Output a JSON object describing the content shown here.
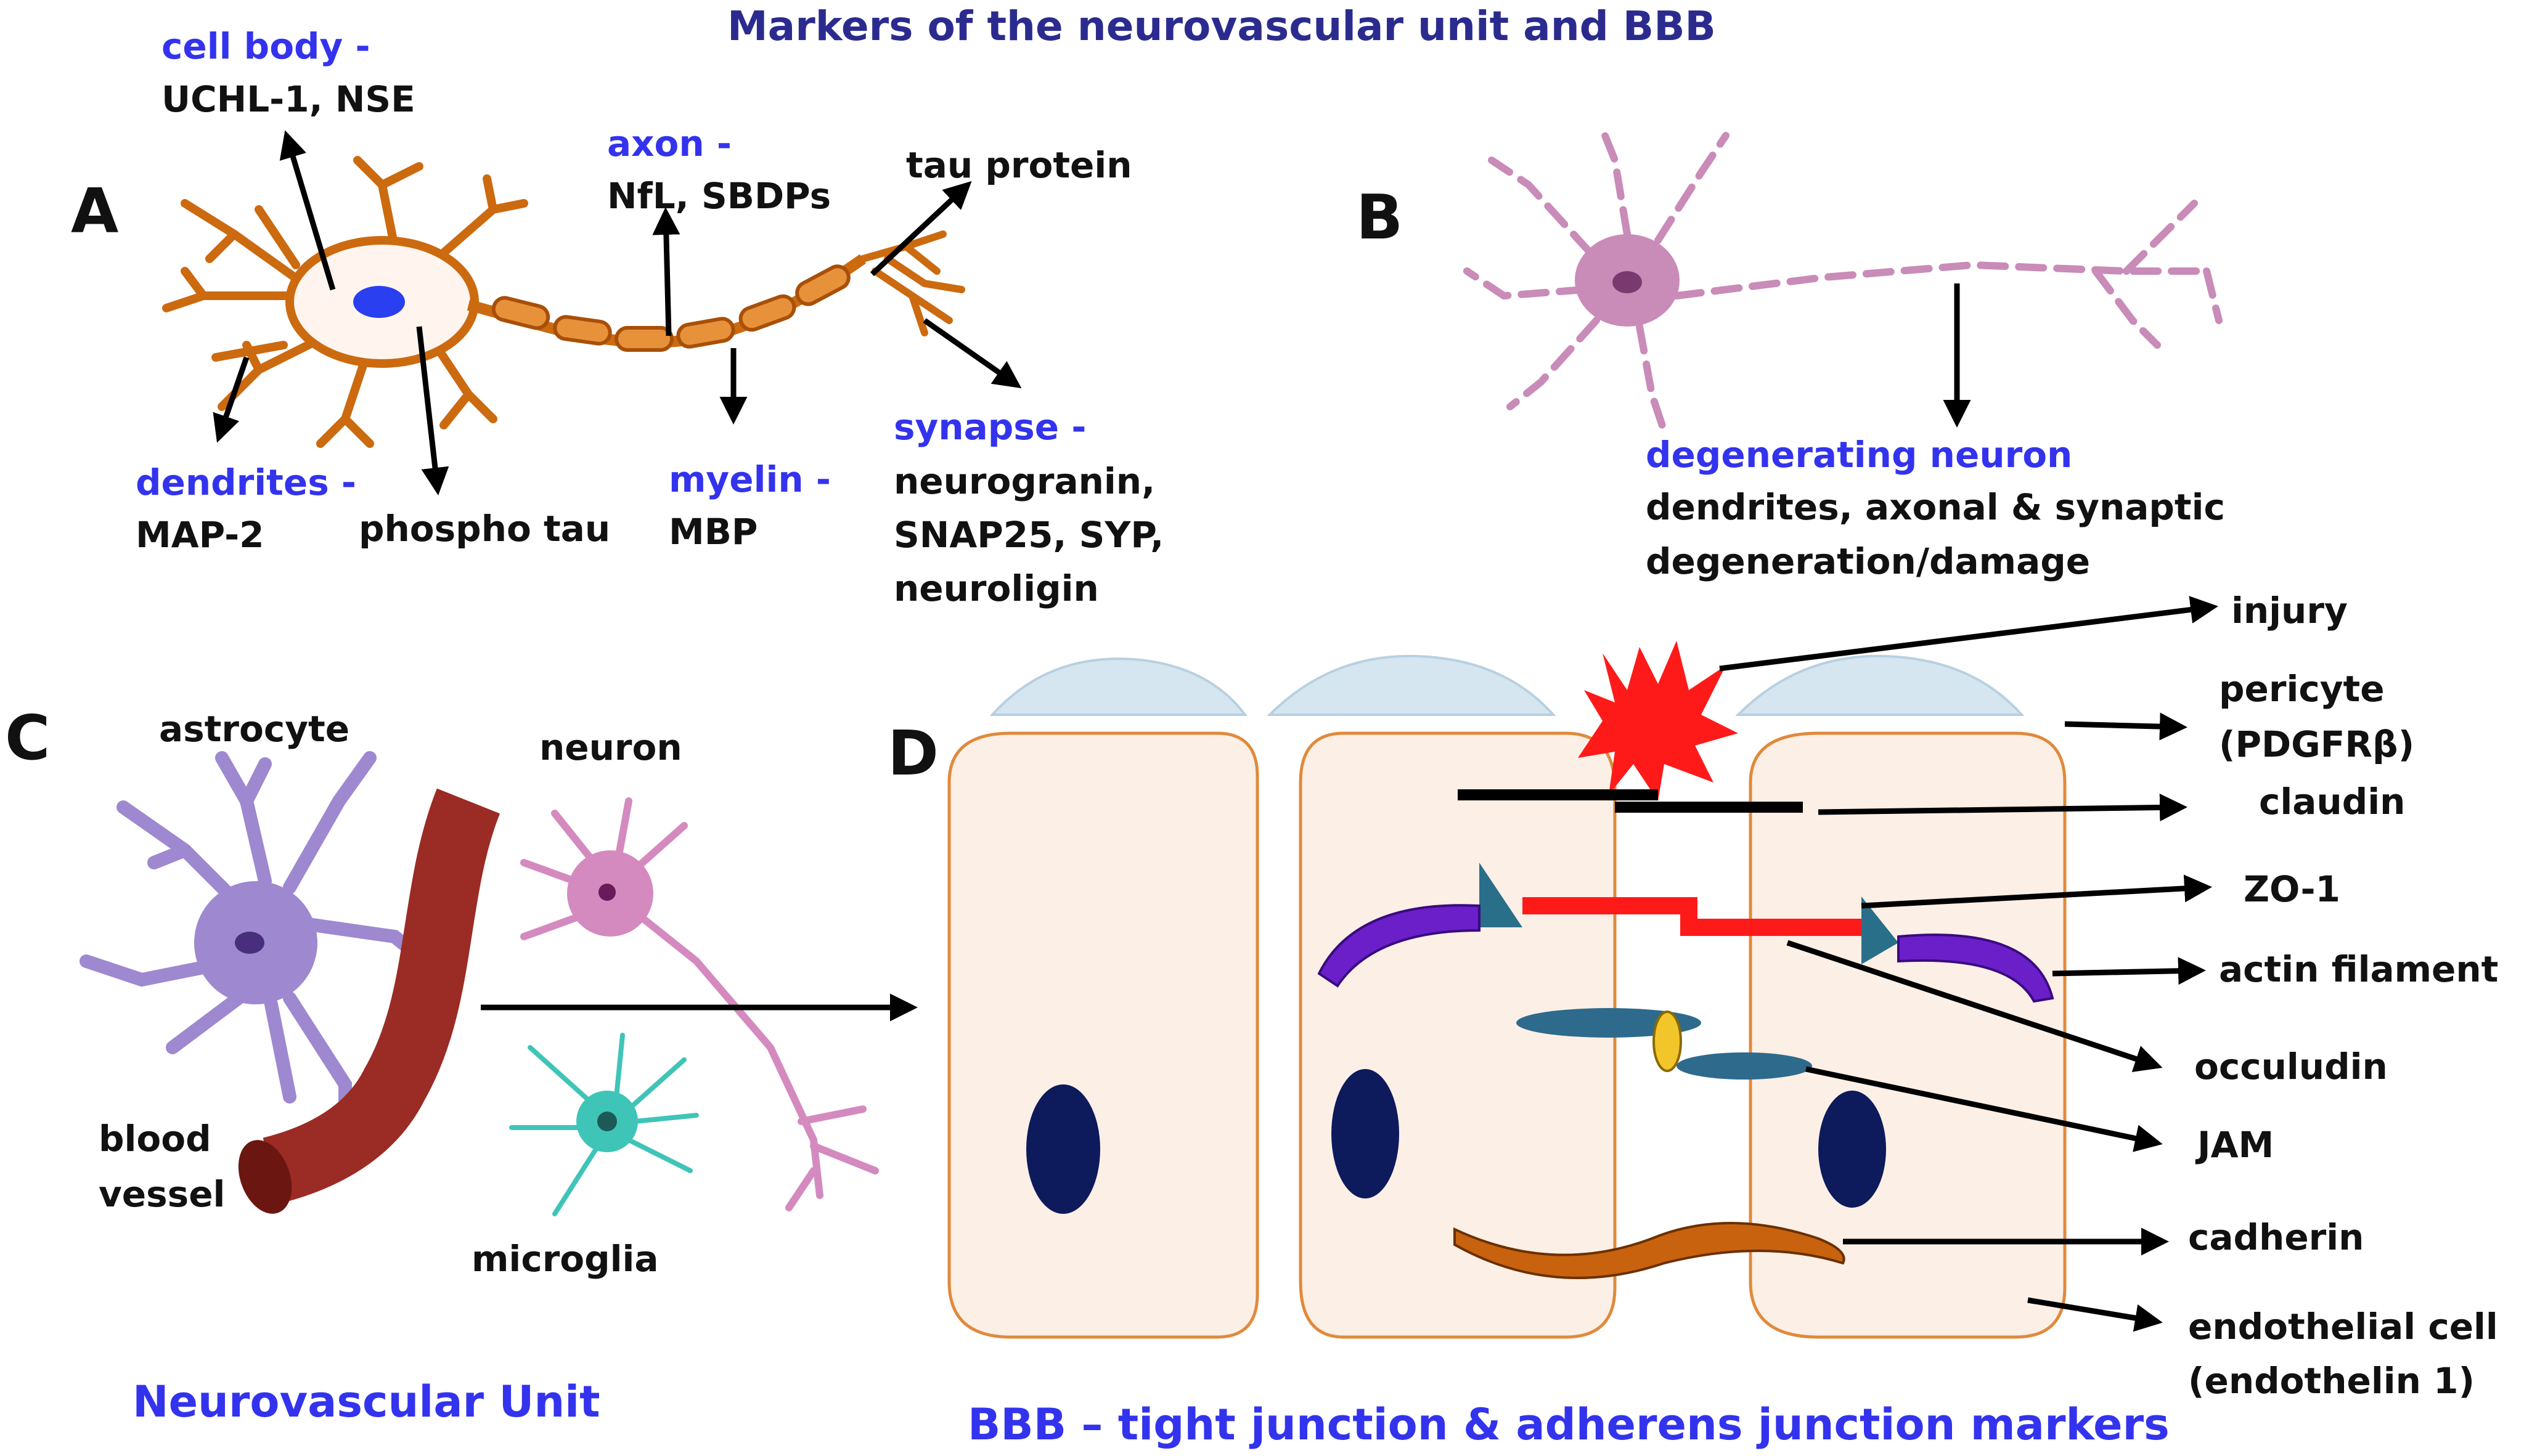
{
  "title": "Markers of the neurovascular unit and BBB",
  "panels": {
    "a": "A",
    "b": "B",
    "c": "C",
    "d": "D"
  },
  "panel_a": {
    "cell_body": {
      "label": "cell body -",
      "markers": "UCHL-1, NSE"
    },
    "axon": {
      "label": "axon -",
      "markers": "NfL, SBDPs"
    },
    "tau_protein": "tau protein",
    "dendrites": {
      "label": "dendrites -",
      "markers": "MAP-2"
    },
    "phospho_tau": "phospho tau",
    "myelin": {
      "label": "myelin -",
      "markers": "MBP"
    },
    "synapse": {
      "label": "synapse -",
      "markers": [
        "neurogranin,",
        "SNAP25, SYP,",
        "neuroligin"
      ]
    }
  },
  "panel_b": {
    "label": "degenerating neuron",
    "lines": [
      "dendrites, axonal & synaptic",
      "degeneration/damage"
    ]
  },
  "panel_c": {
    "astrocyte": "astrocyte",
    "neuron": "neuron",
    "blood_vessel": [
      "blood",
      "vessel"
    ],
    "microglia": "microglia",
    "caption": "Neurovascular Unit"
  },
  "panel_d": {
    "caption": "BBB – tight junction & adherens junction markers",
    "labels": {
      "injury": "injury",
      "pericyte": [
        "pericyte",
        "(PDGFRβ)"
      ],
      "claudin": "claudin",
      "zo1": "ZO-1",
      "actin": "actin filament",
      "occludin": "occuludin",
      "jam": "JAM",
      "cadherin": "cadherin",
      "endothelial": [
        "endothelial cell",
        "(endothelin 1)"
      ]
    }
  },
  "colors": {
    "neuron_orange": "#cc6a10",
    "degenerating_pink": "#c98bb8",
    "astrocyte_purple": "#9e88d0",
    "microglia_teal": "#3fc4b8",
    "vessel_red": "#9b2b25",
    "cell_fill": "#fcefe6",
    "cell_border": "#e08a3c",
    "nucleus": "#0d1a5c",
    "tight_junction_red": "#ff1a1a",
    "actin_purple": "#6a1fc8",
    "zo1_blue": "#2a6f8a",
    "jam_blue": "#2e6a8c",
    "jam_yellow": "#f2c52a",
    "cadherin_orange": "#c8620e",
    "pericyte_blue": "#cfe2ef",
    "label_blue": "#3333ee",
    "title_navy": "#2b2b8f"
  }
}
